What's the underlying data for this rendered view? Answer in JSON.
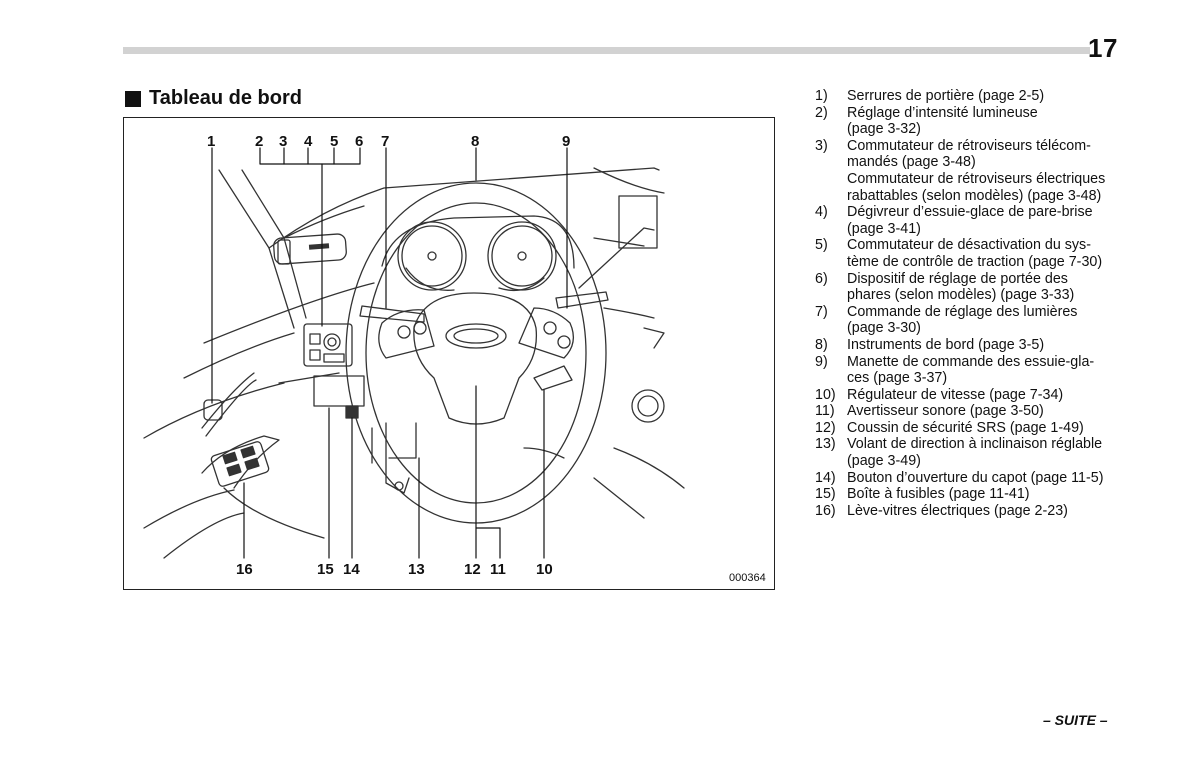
{
  "page_number": "17",
  "section_title": "Tableau de bord",
  "figure": {
    "id_label": "000364",
    "callouts": [
      "1",
      "2",
      "3",
      "4",
      "5",
      "6",
      "7",
      "8",
      "9",
      "16",
      "15",
      "14",
      "13",
      "12",
      "11",
      "10"
    ]
  },
  "legend": [
    {
      "num": "1)",
      "lines": [
        "Serrures de portière (page 2-5)"
      ]
    },
    {
      "num": "2)",
      "lines": [
        "Réglage d’intensité lumineuse",
        "(page 3-32)"
      ]
    },
    {
      "num": "3)",
      "lines": [
        "Commutateur de rétroviseurs télécom-",
        "mandés (page 3-48)",
        "Commutateur de rétroviseurs électriques",
        "rabattables (selon modèles) (page 3-48)"
      ]
    },
    {
      "num": "4)",
      "lines": [
        "Dégivreur d’essuie-glace de pare-brise",
        "(page 3-41)"
      ]
    },
    {
      "num": "5)",
      "lines": [
        "Commutateur de désactivation du sys-",
        "tème de contrôle de traction (page 7-30)"
      ]
    },
    {
      "num": "6)",
      "lines": [
        "Dispositif de réglage de portée des",
        "phares (selon modèles) (page 3-33)"
      ]
    },
    {
      "num": "7)",
      "lines": [
        "Commande de réglage des lumières",
        "(page 3-30)"
      ]
    },
    {
      "num": "8)",
      "lines": [
        "Instruments de bord (page 3-5)"
      ]
    },
    {
      "num": "9)",
      "lines": [
        "Manette de commande des essuie-gla-",
        "ces (page 3-37)"
      ]
    },
    {
      "num": "10)",
      "lines": [
        "Régulateur de vitesse (page 7-34)"
      ]
    },
    {
      "num": "11)",
      "lines": [
        "Avertisseur sonore (page 3-50)"
      ]
    },
    {
      "num": "12)",
      "lines": [
        "Coussin de sécurité SRS (page 1-49)"
      ]
    },
    {
      "num": "13)",
      "lines": [
        "Volant de direction à inclinaison réglable",
        "(page 3-49)"
      ]
    },
    {
      "num": "14)",
      "lines": [
        "Bouton d’ouverture du capot (page 11-5)"
      ]
    },
    {
      "num": "15)",
      "lines": [
        "Boîte à fusibles (page 11-41)"
      ]
    },
    {
      "num": "16)",
      "lines": [
        "Lève-vitres électriques (page 2-23)"
      ]
    }
  ],
  "footer": "– SUITE –"
}
